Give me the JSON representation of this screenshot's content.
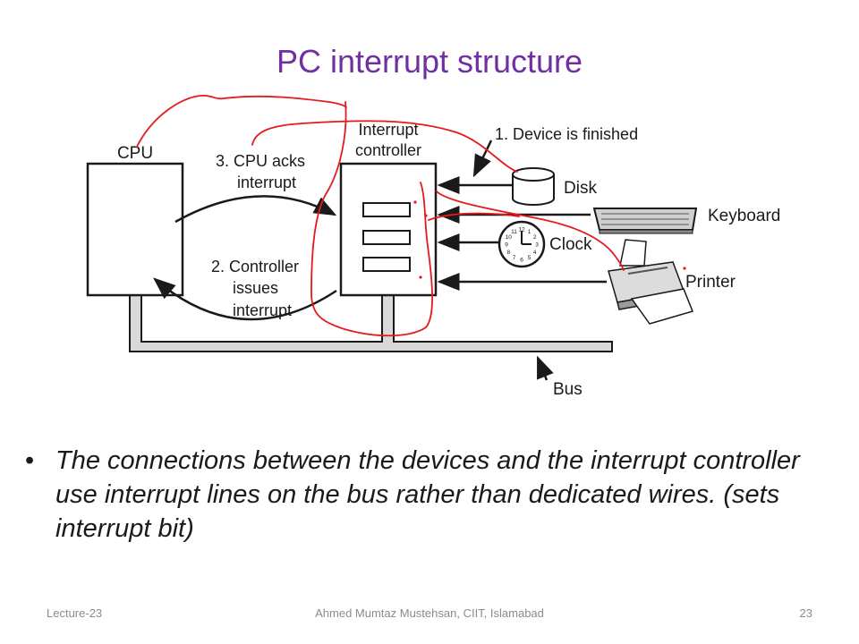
{
  "slide": {
    "title": "PC interrupt structure"
  },
  "diagram": {
    "cpu_label": "CPU",
    "controller_label_line1": "Interrupt",
    "controller_label_line2": "controller",
    "step1": "1. Device is finished",
    "step2_line1": "2. Controller",
    "step2_line2": "issues",
    "step2_line3": "interrupt",
    "step3_line1": "3. CPU acks",
    "step3_line2": "interrupt",
    "device_disk": "Disk",
    "device_keyboard": "Keyboard",
    "device_clock": "Clock",
    "device_printer": "Printer",
    "bus_label": "Bus",
    "clock_face_numbers": [
      "12",
      "1",
      "2",
      "3",
      "4",
      "5",
      "6",
      "7",
      "8",
      "9",
      "10",
      "11"
    ]
  },
  "bullet": {
    "text": "The connections between the devices and the interrupt controller use interrupt lines on the bus rather than dedicated wires. (sets interrupt bit)"
  },
  "footer": {
    "left": "Lecture-23",
    "center": "Ahmed Mumtaz Mustehsan, CIIT, Islamabad",
    "right": "23"
  },
  "colors": {
    "title": "#7030a0",
    "annotation": "#e41a1c",
    "bus_fill": "#d9d9d9",
    "ink": "#1a1a1a"
  }
}
